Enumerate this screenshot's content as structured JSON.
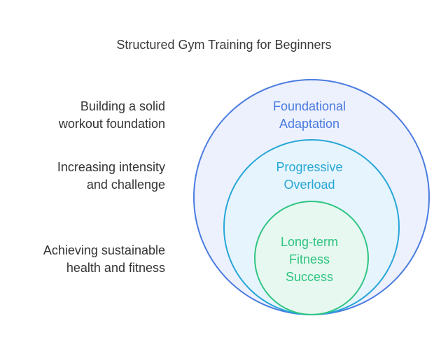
{
  "title": "Structured Gym Training for Beginners",
  "levels": [
    {
      "label_lines": [
        "Foundational",
        "Adaptation"
      ],
      "description_lines": [
        "Building a solid",
        "workout foundation"
      ],
      "stroke": "#4a7be0",
      "fill": "#edf1fd",
      "text_color": "#4a7be0"
    },
    {
      "label_lines": [
        "Progressive",
        "Overload"
      ],
      "description_lines": [
        "Increasing intensity",
        "and challenge"
      ],
      "stroke": "#27a6d6",
      "fill": "#e6f5fd",
      "text_color": "#27a6d6"
    },
    {
      "label_lines": [
        "Long-term",
        "Fitness",
        "Success"
      ],
      "description_lines": [
        "Achieving sustainable",
        "health and fitness"
      ],
      "stroke": "#2fc482",
      "fill": "#e6f8ef",
      "text_color": "#2fc482"
    }
  ]
}
